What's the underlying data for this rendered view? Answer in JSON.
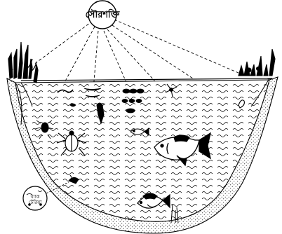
{
  "diagram": {
    "sun_label": "সৌরশক্তি",
    "inset_label_line1": "ব্যাক",
    "inset_label_line2": "টেরিয়া"
  }
}
